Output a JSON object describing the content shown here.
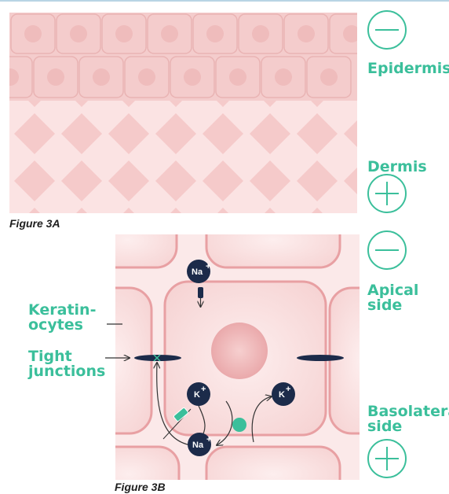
{
  "figure_a": {
    "caption": "Figure 3A",
    "top_label": "Epidermis",
    "bottom_label": "Dermis"
  },
  "figure_b": {
    "caption": "Figure 3B",
    "apical_label": "Apical side",
    "basolateral_label": "Basolateral side",
    "keratinocytes_label": "Keratin-ocytes",
    "tight_junctions_label": "Tight junctions",
    "ions": {
      "sodium": "Na",
      "potassium": "K",
      "charge": "+"
    }
  },
  "colors": {
    "accent": "#3bbf9b",
    "navy": "#1c2b4a",
    "skin_pink": "#f2c6c6",
    "cell_border": "#e8a0a3"
  },
  "icons": [
    "minus-circle-icon",
    "plus-circle-icon"
  ]
}
